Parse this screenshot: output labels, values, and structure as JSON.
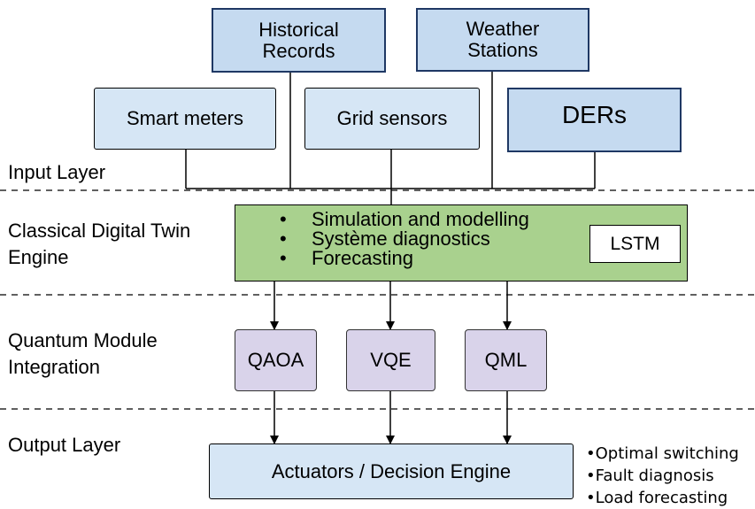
{
  "sources": {
    "historical": "Historical\nRecords",
    "weather": "Weather\nStations"
  },
  "inputs": {
    "smart_meters": "Smart meters",
    "grid_sensors": "Grid sensors",
    "ders": "DERs"
  },
  "layers": {
    "input": "Input Layer",
    "classical": "Classical Digital Twin\nEngine",
    "quantum": "Quantum Module\nIntegration",
    "output": "Output Layer"
  },
  "engine": {
    "items": [
      "Simulation and modelling",
      "Système diagnostics",
      "Forecasting"
    ],
    "lstm": "LSTM"
  },
  "quantum_modules": [
    "QAOA",
    "VQE",
    "QML"
  ],
  "output": {
    "actuators": "Actuators / Decision Engine",
    "notes": [
      "Optimal switching",
      "Fault diagnosis",
      "Load forecasting"
    ]
  },
  "colors": {
    "source_fill": "#c5daf0",
    "engine_fill": "#a9d18e",
    "quantum_fill": "#d9d3ea"
  }
}
